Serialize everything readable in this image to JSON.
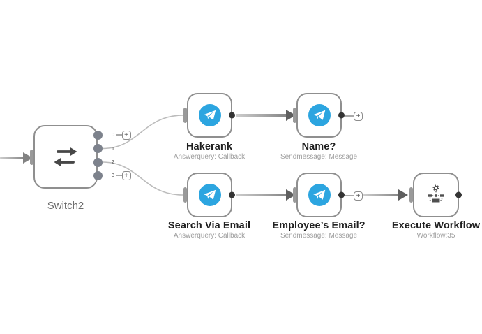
{
  "ui": {
    "plus": "+"
  },
  "colors": {
    "telegram_blue": "#2CA5E0",
    "node_border": "#8f8f8f",
    "port_fill": "#7d828c",
    "connector_gray": "#9a9a9a",
    "label_dark": "#1f1f1f",
    "label_muted": "#9e9e9e",
    "switch_label_gray": "#6d6d6d"
  },
  "workflow": {
    "switch_node": {
      "label": "Switch2",
      "icon": "swap-arrows-icon",
      "outputs": [
        {
          "label": "0",
          "connected": false
        },
        {
          "label": "1",
          "connected": true,
          "target": "Hakerank"
        },
        {
          "label": "2",
          "connected": true,
          "target": "Search Via Email"
        },
        {
          "label": "3",
          "connected": false
        }
      ]
    },
    "nodes": [
      {
        "label": "Hakerank",
        "subtitle": "Answerquery: Callback",
        "app": "telegram"
      },
      {
        "label": "Name?",
        "subtitle": "Sendmessage: Message",
        "app": "telegram"
      },
      {
        "label": "Search Via Email",
        "subtitle": "Answerquery: Callback",
        "app": "telegram"
      },
      {
        "label": "Employee’s Email?",
        "subtitle": "Sendmessage: Message",
        "app": "telegram"
      },
      {
        "label": "Execute Workflow",
        "subtitle": "Workflow:35",
        "app": "execute-workflow"
      }
    ],
    "connections": [
      {
        "from": "offscreen-left",
        "to": "Switch2"
      },
      {
        "from": "Switch2 output 1",
        "to": "Hakerank"
      },
      {
        "from": "Switch2 output 2",
        "to": "Search Via Email"
      },
      {
        "from": "Hakerank",
        "to": "Name?"
      },
      {
        "from": "Search Via Email",
        "to": "Employee’s Email?"
      },
      {
        "from": "Employee’s Email?",
        "to": "Execute Workflow"
      }
    ]
  }
}
